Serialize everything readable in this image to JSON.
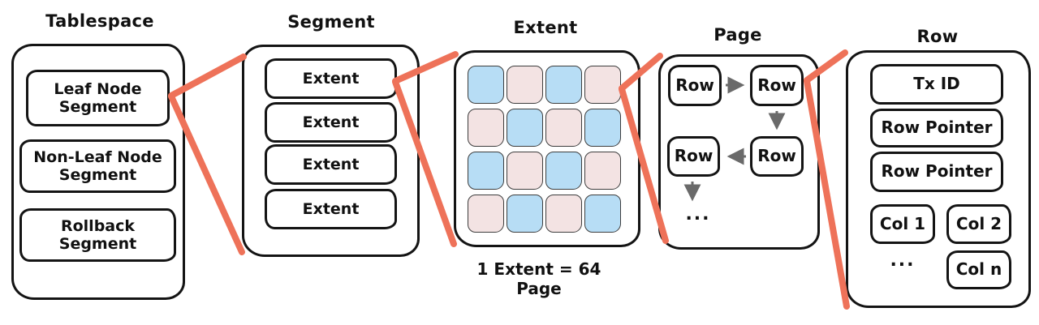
{
  "colors": {
    "connector_salmon": "#ee7259",
    "page_blue": "#b7ddf5",
    "page_pink": "#f3e3e3",
    "arrow_gray": "#6a6a6a",
    "ink_black": "#141414"
  },
  "tablespace": {
    "title": "Tablespace",
    "items": [
      {
        "line1": "Leaf Node",
        "line2": "Segment"
      },
      {
        "line1": "Non-Leaf Node",
        "line2": "Segment"
      },
      {
        "line1": "Rollback",
        "line2": "Segment"
      }
    ]
  },
  "segment": {
    "title": "Segment",
    "items": [
      "Extent",
      "Extent",
      "Extent",
      "Extent"
    ]
  },
  "extent": {
    "title": "Extent",
    "caption": "1 Extent = 64 Page",
    "grid": [
      "blue",
      "pink",
      "blue",
      "pink",
      "pink",
      "blue",
      "pink",
      "blue",
      "blue",
      "pink",
      "blue",
      "pink",
      "pink",
      "blue",
      "pink",
      "blue"
    ]
  },
  "page": {
    "title": "Page",
    "rows": [
      "Row",
      "Row",
      "Row",
      "Row"
    ],
    "ellipsis": "..."
  },
  "row": {
    "title": "Row",
    "fields": [
      "Tx ID",
      "Row Pointer",
      "Row Pointer"
    ],
    "columns": [
      "Col 1",
      "Col 2",
      "Col n"
    ],
    "ellipsis": "..."
  }
}
